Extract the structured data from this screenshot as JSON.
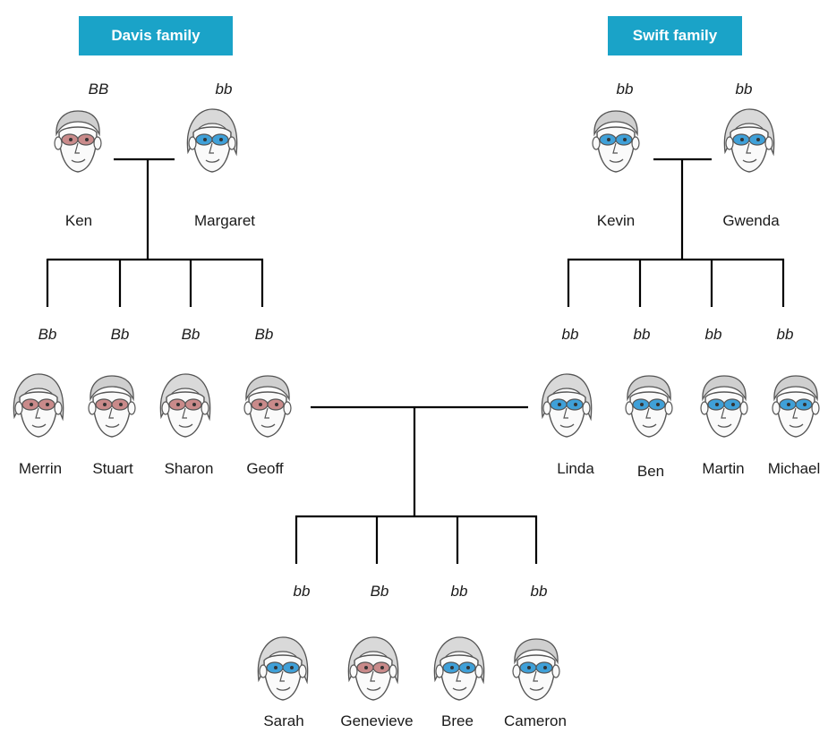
{
  "families": {
    "davis": {
      "label": "Davis family",
      "color": "#1aa3c8"
    },
    "swift": {
      "label": "Swift family",
      "color": "#1aa3c8"
    }
  },
  "people": {
    "ken": {
      "name": "Ken",
      "genotype": "BB",
      "eye_color": "brown",
      "sex": "male"
    },
    "margaret": {
      "name": "Margaret",
      "genotype": "bb",
      "eye_color": "blue",
      "sex": "female"
    },
    "kevin": {
      "name": "Kevin",
      "genotype": "bb",
      "eye_color": "blue",
      "sex": "male"
    },
    "gwenda": {
      "name": "Gwenda",
      "genotype": "bb",
      "eye_color": "blue",
      "sex": "female"
    },
    "merrin": {
      "name": "Merrin",
      "genotype": "Bb",
      "eye_color": "brown",
      "sex": "female"
    },
    "stuart": {
      "name": "Stuart",
      "genotype": "Bb",
      "eye_color": "brown",
      "sex": "male"
    },
    "sharon": {
      "name": "Sharon",
      "genotype": "Bb",
      "eye_color": "brown",
      "sex": "female"
    },
    "geoff": {
      "name": "Geoff",
      "genotype": "Bb",
      "eye_color": "brown",
      "sex": "male"
    },
    "linda": {
      "name": "Linda",
      "genotype": "bb",
      "eye_color": "blue",
      "sex": "female"
    },
    "ben": {
      "name": "Ben",
      "genotype": "bb",
      "eye_color": "blue",
      "sex": "male"
    },
    "martin": {
      "name": "Martin",
      "genotype": "bb",
      "eye_color": "blue",
      "sex": "male"
    },
    "michael": {
      "name": "Michael",
      "genotype": "bb",
      "eye_color": "blue",
      "sex": "male"
    },
    "sarah": {
      "name": "Sarah",
      "genotype": "bb",
      "eye_color": "blue",
      "sex": "female"
    },
    "genevieve": {
      "name": "Genevieve",
      "genotype": "Bb",
      "eye_color": "brown",
      "sex": "female"
    },
    "bree": {
      "name": "Bree",
      "genotype": "bb",
      "eye_color": "blue",
      "sex": "female"
    },
    "cameron": {
      "name": "Cameron",
      "genotype": "bb",
      "eye_color": "blue",
      "sex": "male"
    }
  },
  "colors": {
    "brown_eye": "#c98a8a",
    "blue_eye": "#3fa0d8",
    "line": "#000000",
    "face_stroke": "#555555"
  }
}
